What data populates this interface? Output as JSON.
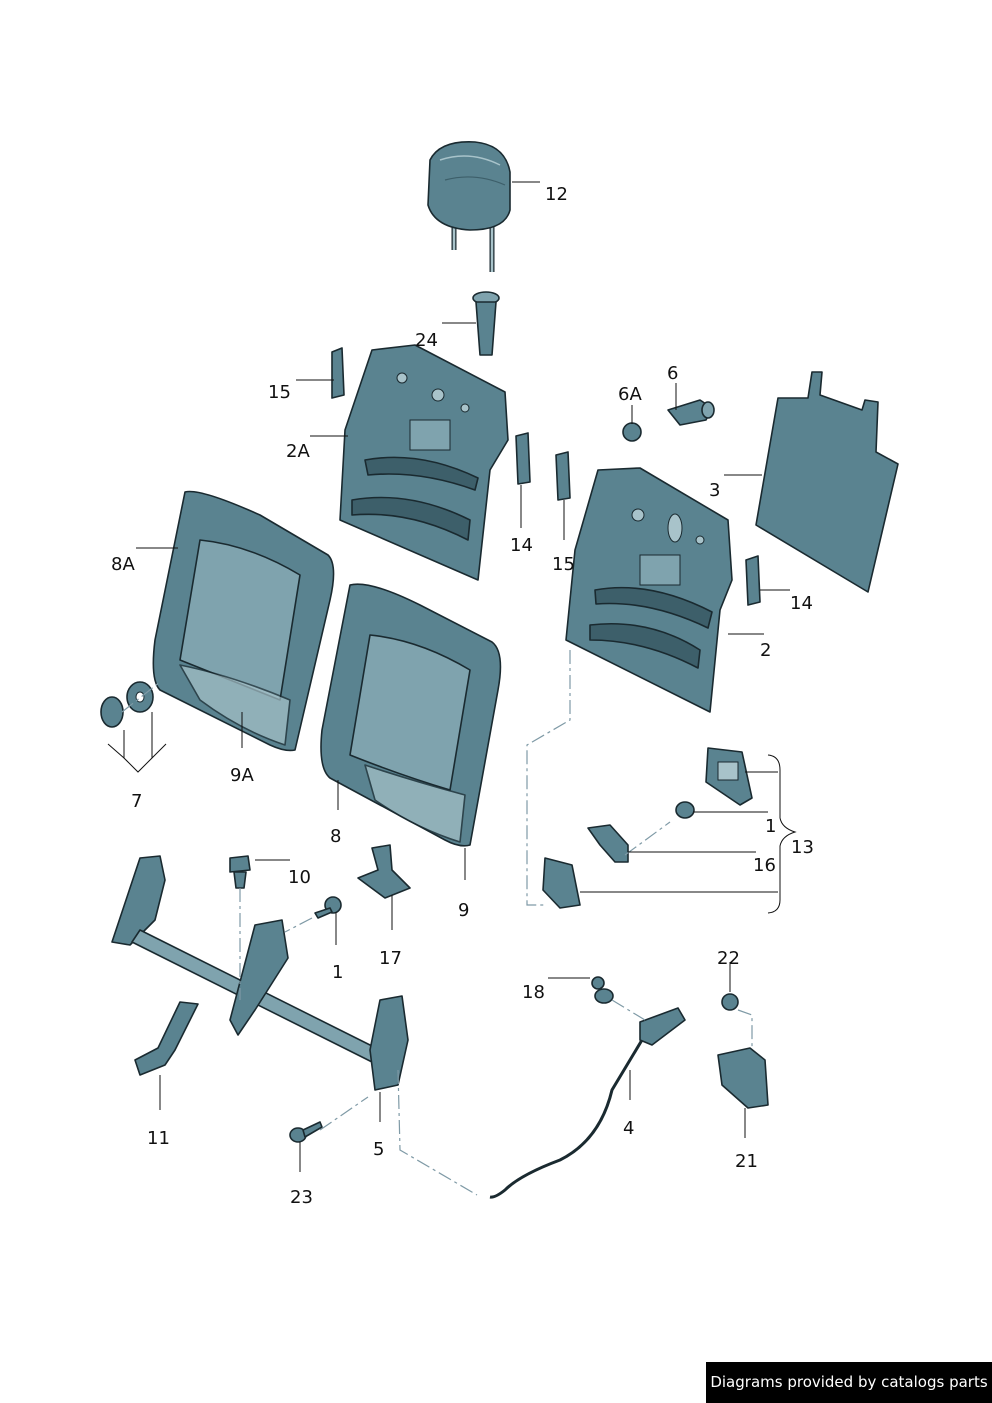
{
  "labels": [
    "12",
    "24",
    "15",
    "2A",
    "6",
    "6A",
    "3",
    "14",
    "15",
    "14",
    "8A",
    "2",
    "7",
    "9A",
    "8",
    "9",
    "10",
    "1",
    "17",
    "1",
    "16",
    "13",
    "11",
    "5",
    "23",
    "18",
    "4",
    "22",
    "21"
  ],
  "footer": "Diagrams provided by catalogs parts"
}
